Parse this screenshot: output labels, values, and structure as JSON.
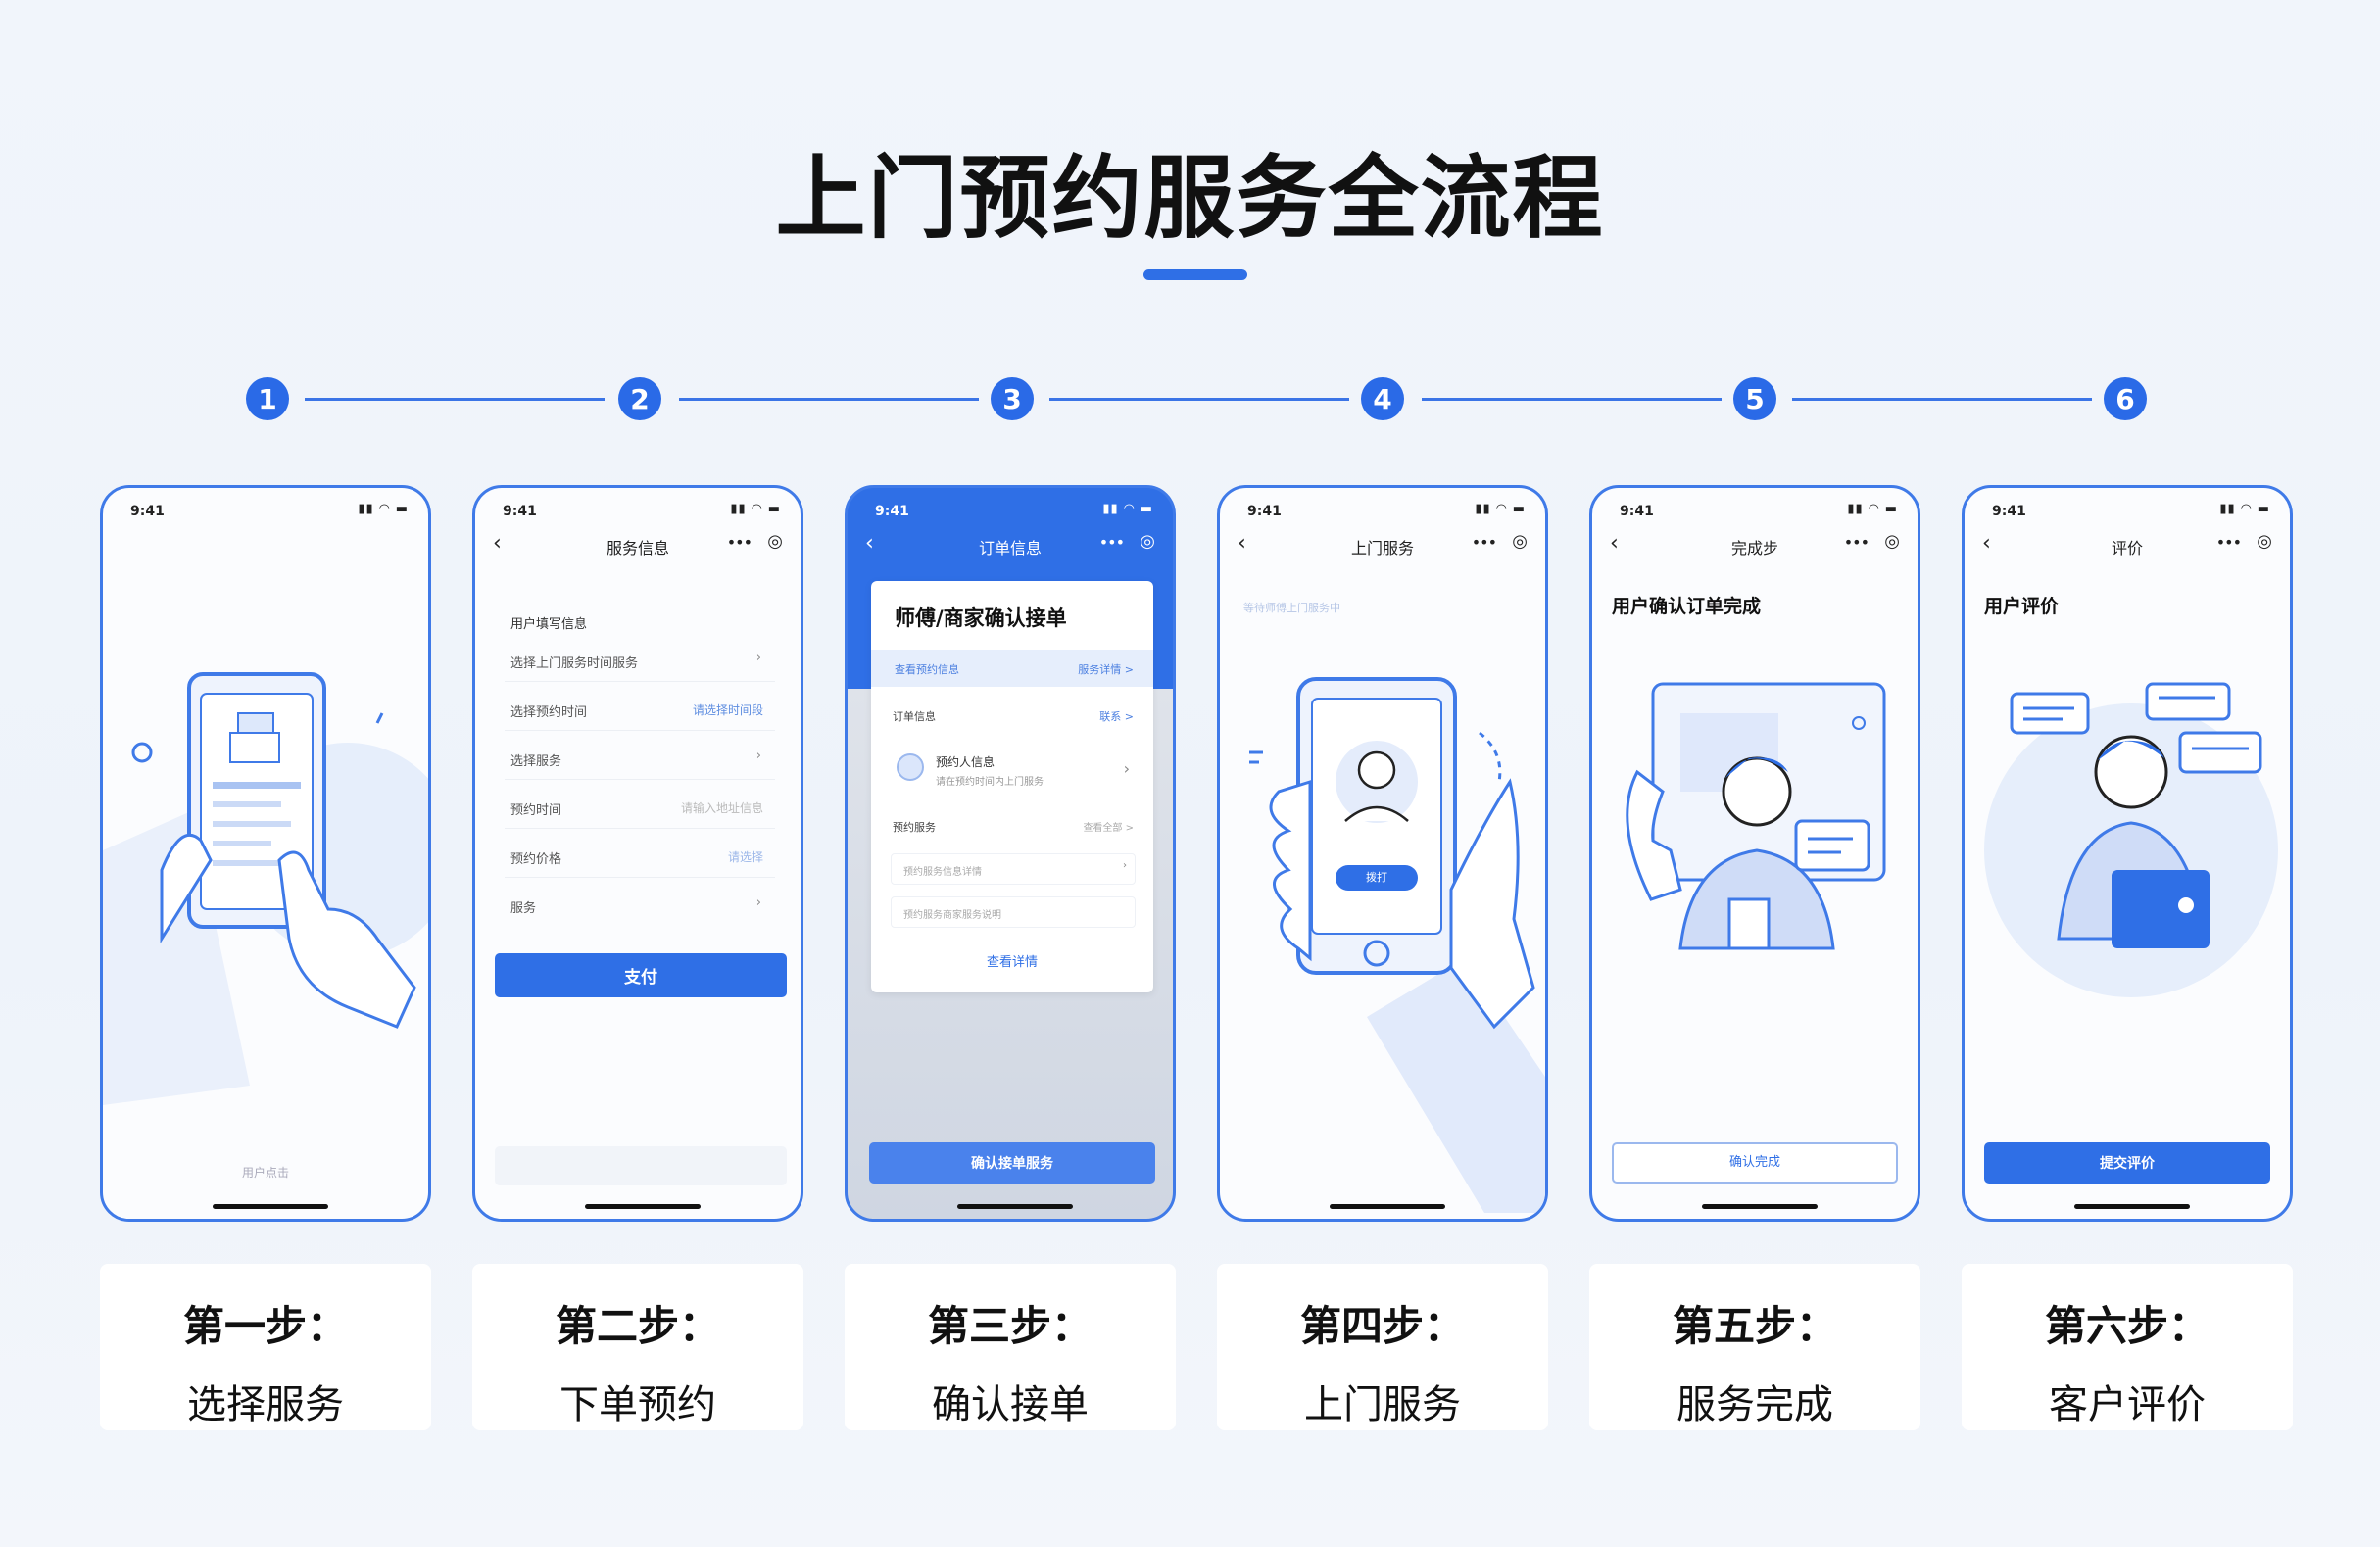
{
  "title": "上门预约服务全流程",
  "accent_color": "#2f6fe6",
  "steps": [
    {
      "num": "1",
      "caption_step": "第一步：",
      "caption_desc": "选择服务",
      "phone": {
        "time": "9:41",
        "footer": "用户点击"
      }
    },
    {
      "num": "2",
      "caption_step": "第二步：",
      "caption_desc": "下单预约",
      "phone": {
        "time": "9:41",
        "nav_title": "服务信息",
        "section": "用户填写信息",
        "rows": [
          {
            "label": "选择上门服务时间服务",
            "value": ""
          },
          {
            "label": "选择预约时间",
            "value": "请选择时间段"
          },
          {
            "label": "选择服务",
            "value": ""
          },
          {
            "label": "预约时间",
            "value": "请输入地址信息"
          },
          {
            "label": "预约价格",
            "value": "请选择"
          },
          {
            "label": "服务",
            "value": ""
          }
        ],
        "button": "支付"
      }
    },
    {
      "num": "3",
      "caption_step": "第三步：",
      "caption_desc": "确认接单",
      "phone": {
        "time": "9:41",
        "nav_title": "订单信息",
        "card_title": "师傅/商家确认接单",
        "card_tab_left": "查看预约信息",
        "card_tab_right": "服务详情 >",
        "order_label": "订单信息",
        "order_right": "联系 >",
        "person_name": "预约人信息",
        "person_sub": "请在预约时间内上门服务",
        "row_label": "预约服务",
        "row_right": "查看全部 >",
        "item1": "预约服务信息详情",
        "item2": "预约服务商家服务说明",
        "card_button": "查看详情",
        "bottom_button": "确认接单服务"
      }
    },
    {
      "num": "4",
      "caption_step": "第四步：",
      "caption_desc": "上门服务",
      "phone": {
        "time": "9:41",
        "nav_title": "上门服务",
        "hint": "等待师傅上门服务中",
        "screen_button": "拨打"
      }
    },
    {
      "num": "5",
      "caption_step": "第五步：",
      "caption_desc": "服务完成",
      "phone": {
        "time": "9:41",
        "nav_title": "完成步",
        "headline": "用户确认订单完成",
        "button": "确认完成"
      }
    },
    {
      "num": "6",
      "caption_step": "第六步：",
      "caption_desc": "客户评价",
      "phone": {
        "time": "9:41",
        "nav_title": "评价",
        "headline": "用户评价",
        "button": "提交评价"
      }
    }
  ]
}
